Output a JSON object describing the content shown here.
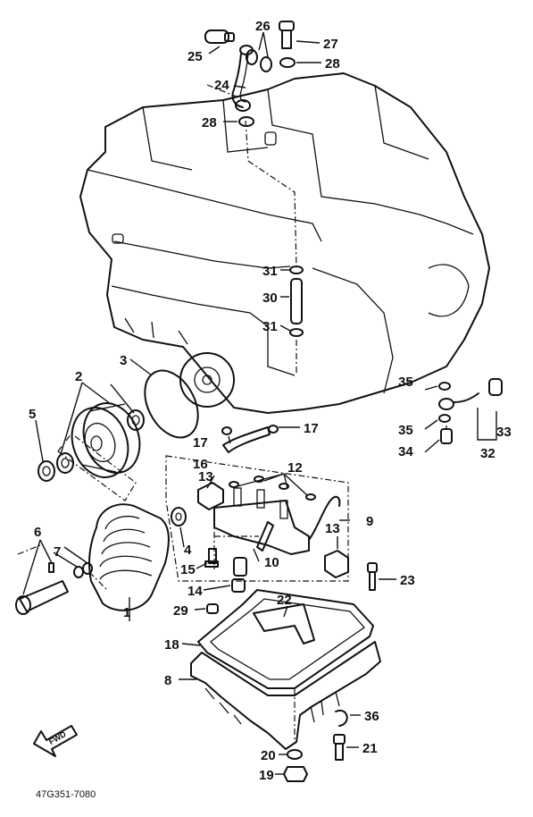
{
  "diagram": {
    "callouts": [
      {
        "id": "c1",
        "text": "1"
      },
      {
        "id": "c2",
        "text": "2"
      },
      {
        "id": "c3",
        "text": "3"
      },
      {
        "id": "c4",
        "text": "4"
      },
      {
        "id": "c5",
        "text": "5"
      },
      {
        "id": "c6",
        "text": "6"
      },
      {
        "id": "c7",
        "text": "7"
      },
      {
        "id": "c8",
        "text": "8"
      },
      {
        "id": "c9",
        "text": "9"
      },
      {
        "id": "c10",
        "text": "10"
      },
      {
        "id": "c12",
        "text": "12"
      },
      {
        "id": "c13a",
        "text": "13"
      },
      {
        "id": "c13b",
        "text": "13"
      },
      {
        "id": "c14",
        "text": "14"
      },
      {
        "id": "c15",
        "text": "15"
      },
      {
        "id": "c16",
        "text": "16"
      },
      {
        "id": "c17a",
        "text": "17"
      },
      {
        "id": "c17b",
        "text": "17"
      },
      {
        "id": "c18",
        "text": "18"
      },
      {
        "id": "c19",
        "text": "19"
      },
      {
        "id": "c20",
        "text": "20"
      },
      {
        "id": "c21",
        "text": "21"
      },
      {
        "id": "c22",
        "text": "22"
      },
      {
        "id": "c23",
        "text": "23"
      },
      {
        "id": "c24",
        "text": "24"
      },
      {
        "id": "c25",
        "text": "25"
      },
      {
        "id": "c26",
        "text": "26"
      },
      {
        "id": "c27",
        "text": "27"
      },
      {
        "id": "c28a",
        "text": "28"
      },
      {
        "id": "c28b",
        "text": "28"
      },
      {
        "id": "c29",
        "text": "29"
      },
      {
        "id": "c30",
        "text": "30"
      },
      {
        "id": "c31a",
        "text": "31"
      },
      {
        "id": "c31b",
        "text": "31"
      },
      {
        "id": "c32",
        "text": "32"
      },
      {
        "id": "c33",
        "text": "33"
      },
      {
        "id": "c34",
        "text": "34"
      },
      {
        "id": "c35a",
        "text": "35"
      },
      {
        "id": "c35b",
        "text": "35"
      },
      {
        "id": "c36",
        "text": "36"
      }
    ],
    "drawing_code": "47G351-7080",
    "direction_marker": "FWD"
  }
}
